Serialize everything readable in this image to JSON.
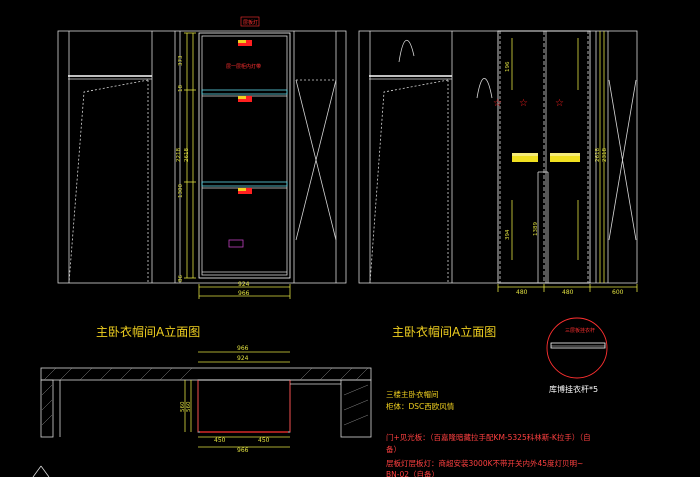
{
  "drawing": {
    "left_elevation_title": "主卧衣帽间A立面图",
    "right_elevation_title": "主卧衣帽间A立面图",
    "notes_line1": "三楼主卧衣帽间",
    "notes_line2": "柜体：DSC西欧风情",
    "red_note1a": "门+见光板：（百嘉隆暗藏拉手配KM-5325科林斯-K拉手）（自",
    "red_note1b": "备）",
    "red_note2a": "层板灯层板灯：商超安装3000K不带开关内外45度灯贝明~",
    "red_note2b": "BN-02（自备）",
    "detail_label": "库博挂衣杆*5",
    "detail_title": "三层板挂衣杆",
    "top_red_label": "层板灯",
    "shelf_note": "层一层柜内灯带",
    "dims": {
      "left_bottom_inner": "924",
      "left_bottom_outer": "966",
      "left_v1": "373",
      "left_v2": "18",
      "left_v3": "2218",
      "left_v4": "2618",
      "left_v5": "1300",
      "left_v6": "86",
      "right_b1": "480",
      "right_b2": "480",
      "right_b3": "600",
      "right_v1": "196",
      "right_v2": "2618",
      "right_v3": "2318",
      "right_v4": "1389",
      "right_v5": "394",
      "plan_top1": "966",
      "plan_top2": "924",
      "plan_bottom1": "450",
      "plan_bottom2": "450",
      "plan_bottom3": "966",
      "plan_left1": "560",
      "plan_left2": "560"
    }
  }
}
